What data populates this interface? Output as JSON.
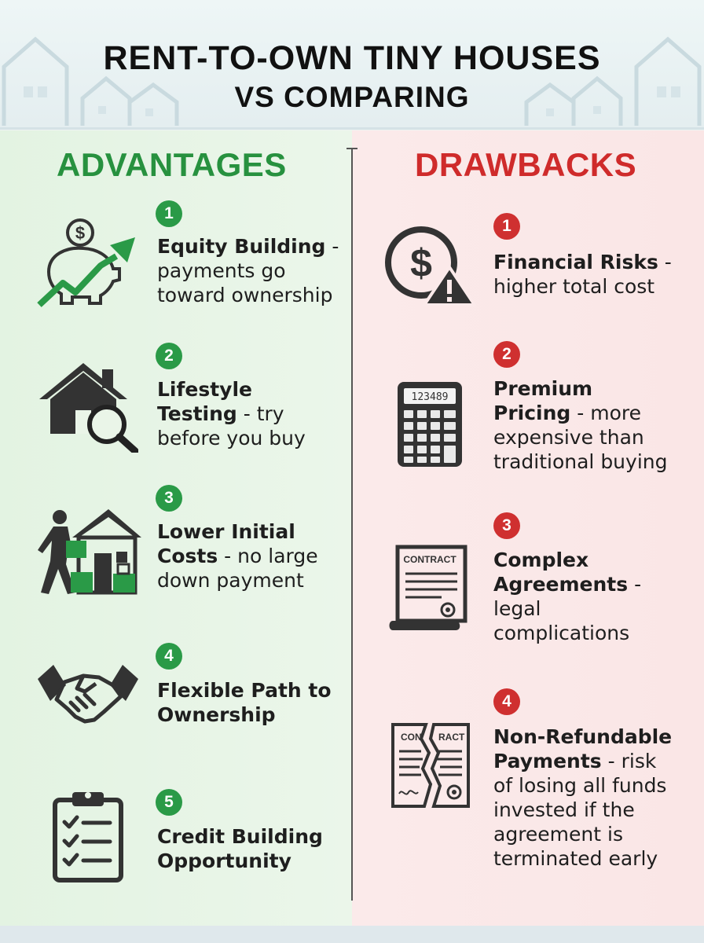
{
  "header": {
    "title_line1": "RENT-TO-OWN TINY HOUSES",
    "title_line2": "VS COMPARING"
  },
  "advantages": {
    "heading": "ADVANTAGES",
    "color": "#27913f",
    "items": [
      {
        "number": "1",
        "title": "Equity Building",
        "sep": " - ",
        "desc": "payments go toward ownership",
        "icon": "piggy-bank-growth-icon"
      },
      {
        "number": "2",
        "title": "Lifestyle Testing",
        "sep": " - ",
        "desc": "try before you buy",
        "icon": "house-magnifier-icon"
      },
      {
        "number": "3",
        "title": "Lower Initial Costs",
        "sep": " - ",
        "desc": "no large down payment",
        "icon": "moving-in-house-icon"
      },
      {
        "number": "4",
        "title": "Flexible Path to Ownership",
        "sep": "",
        "desc": "",
        "icon": "handshake-icon"
      },
      {
        "number": "5",
        "title": "Credit Building Opportunity",
        "sep": "",
        "desc": "",
        "icon": "checklist-clipboard-icon"
      }
    ]
  },
  "drawbacks": {
    "heading": "DRAWBACKS",
    "color": "#cf2b2b",
    "items": [
      {
        "number": "1",
        "title": "Financial Risks",
        "sep": " - ",
        "desc": "higher total cost",
        "icon": "dollar-warning-icon"
      },
      {
        "number": "2",
        "title": "Premium Pricing",
        "sep": " - ",
        "desc": "more expensive than traditional buying",
        "icon": "calculator-icon",
        "display": "123489"
      },
      {
        "number": "3",
        "title": "Complex Agreements",
        "sep": " - ",
        "desc": "legal complications",
        "icon": "contract-scroll-icon",
        "label": "CONTRACT"
      },
      {
        "number": "4",
        "title": "Non-Refundable Payments",
        "sep": " - ",
        "desc": "risk of losing all funds invested if the agreement is terminated early",
        "icon": "torn-contract-icon",
        "label_left": "CON",
        "label_right": "RACT"
      }
    ]
  }
}
